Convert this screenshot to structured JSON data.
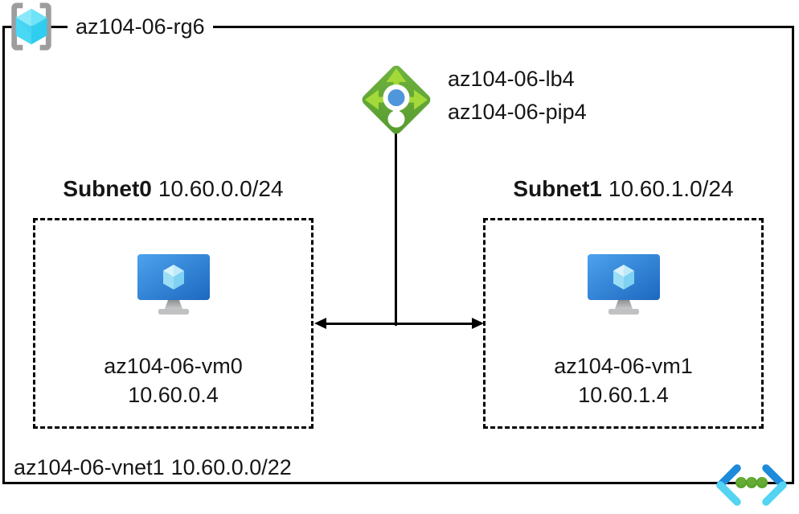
{
  "resource_group": {
    "name": "az104-06-rg6",
    "icon": "resource-group-icon"
  },
  "load_balancer": {
    "name": "az104-06-lb4",
    "public_ip_name": "az104-06-pip4",
    "icon": "load-balancer-icon"
  },
  "virtual_network": {
    "name": "az104-06-vnet1",
    "cidr": "10.60.0.0/22",
    "icon": "virtual-network-icon"
  },
  "subnets": [
    {
      "name": "Subnet0",
      "cidr": "10.60.0.0/24",
      "vm": {
        "name": "az104-06-vm0",
        "ip": "10.60.0.4",
        "icon": "virtual-machine-icon"
      }
    },
    {
      "name": "Subnet1",
      "cidr": "10.60.1.0/24",
      "vm": {
        "name": "az104-06-vm1",
        "ip": "10.60.1.4",
        "icon": "virtual-machine-icon"
      }
    }
  ],
  "colors": {
    "line": "#000000",
    "lb_diamond_green_light": "#6fb33f",
    "lb_diamond_green_dark": "#569b2f",
    "lb_arrow_lime": "#a3d938",
    "lb_center_blue": "#4f96db",
    "vm_monitor_blue_light": "#4da2ed",
    "vm_monitor_blue_dark": "#1c68c0",
    "rg_cube_cyan": "#45d5f2",
    "rg_bracket_gray": "#9d9d9d",
    "vnet_chevron_blue": "#1e8ada",
    "vnet_chevron_cyan": "#54d4f2",
    "vnet_dot_green": "#5aa42d"
  }
}
